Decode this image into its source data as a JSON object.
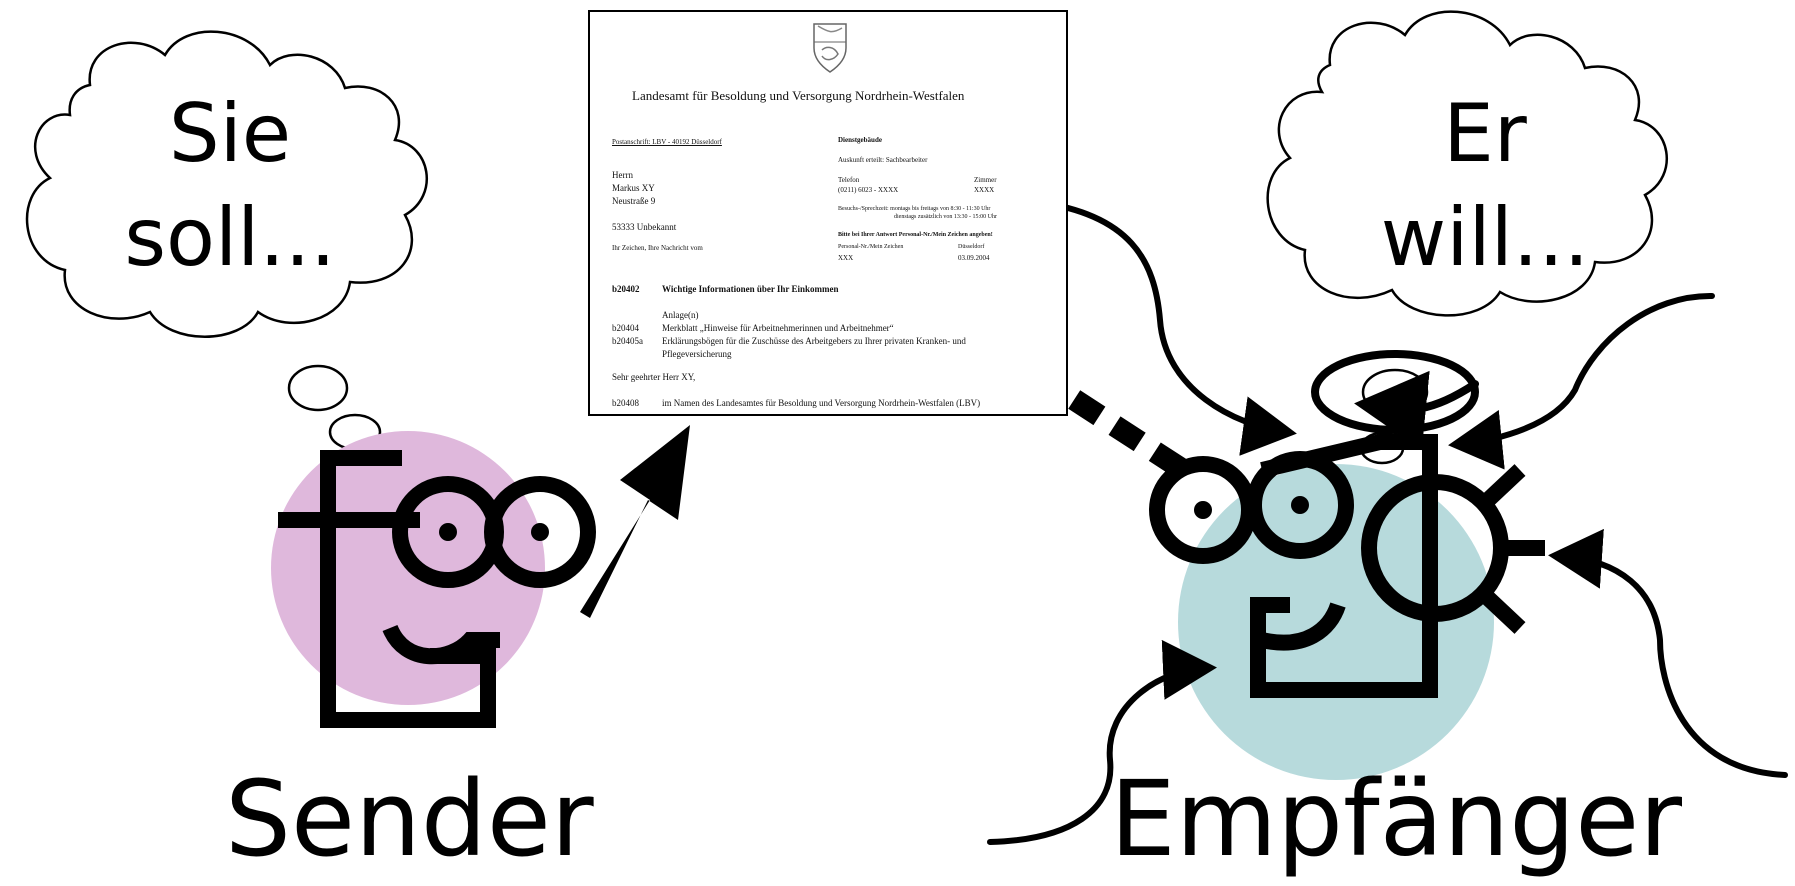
{
  "sender": {
    "label": "Sender",
    "thought": [
      "Sie",
      "soll..."
    ]
  },
  "receiver": {
    "label": "Empfänger",
    "thought": [
      "Er",
      "will..."
    ]
  },
  "colors": {
    "sender_head": "#dfb8dc",
    "receiver_head": "#b7dadc",
    "ink": "#000000"
  },
  "icons": {
    "sender": "person-with-glasses-icon",
    "receiver": "person-with-magnifier-icon",
    "crest": "coat-of-arms-icon"
  },
  "document": {
    "title": "Landesamt für Besoldung und Versorgung Nordrhein-Westfalen",
    "return_address": "Postanschrift: LBV - 40192 Düsseldorf",
    "recipient": [
      "Herrn",
      "Markus XY",
      "Neustraße 9",
      "53333 Unbekannt"
    ],
    "reference_label": "Ihr Zeichen, Ihre Nachricht vom",
    "office_header": "Dienstgebäude",
    "info_line": "Auskunft erteilt: Sachbearbeiter",
    "phone_label": "Telefon",
    "phone_value": "(0211) 6023 - XXXX",
    "room_label": "Zimmer",
    "room_value": "XXXX",
    "hours_line1": "Besuchs-/Sprechzeit: montags bis freitags von   8:30  -  11:30 Uhr",
    "hours_line2": "dienstags zusätzlich von  13:30  -  15:00 Uhr",
    "notice": "Bitte bei Ihrer Antwort Personal-Nr./Mein Zeichen angeben!",
    "personal_label": "Personal-Nr./Mein Zeichen",
    "personal_value": "XXX",
    "place_label": "Düsseldorf",
    "date_value": "03.09.2004",
    "subject_code": "b20402",
    "subject": "Wichtige Informationen über Ihr Einkommen",
    "attachments_label": "Anlage(n)",
    "attachments": [
      {
        "code": "b20404",
        "text": "Merkblatt „Hinweise für Arbeitnehmerinnen und Arbeitnehmer“"
      },
      {
        "code": "b20405a",
        "text": "Erklärungsbögen für die Zuschüsse des Arbeitgebers zu Ihrer privaten Kranken- und"
      },
      {
        "code": "",
        "text": "Pflegeversicherung"
      }
    ],
    "salutation": "Sehr geehrter Herr XY,",
    "body_code": "b20408",
    "body_text": "im Namen des Landesamtes für Besoldung und Versorgung Nordrhein-Westfalen (LBV)"
  }
}
